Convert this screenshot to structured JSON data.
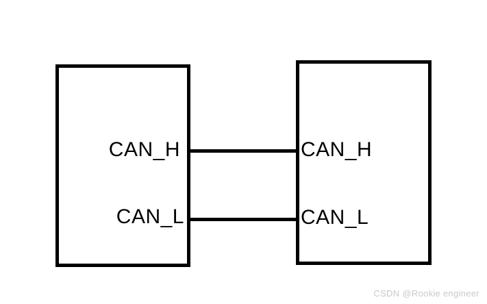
{
  "diagram": {
    "left_node": {
      "pins": [
        {
          "label": "CAN_H"
        },
        {
          "label": "CAN_L"
        }
      ]
    },
    "right_node": {
      "pins": [
        {
          "label": "CAN_H"
        },
        {
          "label": "CAN_L"
        }
      ]
    },
    "wires": [
      {
        "name": "CAN_H",
        "from": "left_node",
        "to": "right_node"
      },
      {
        "name": "CAN_L",
        "from": "left_node",
        "to": "right_node"
      }
    ]
  },
  "watermark": {
    "text": "CSDN @Rookie engineer"
  },
  "colors": {
    "line": "#000000",
    "background": "#ffffff",
    "watermark": "#c9c9c9"
  }
}
